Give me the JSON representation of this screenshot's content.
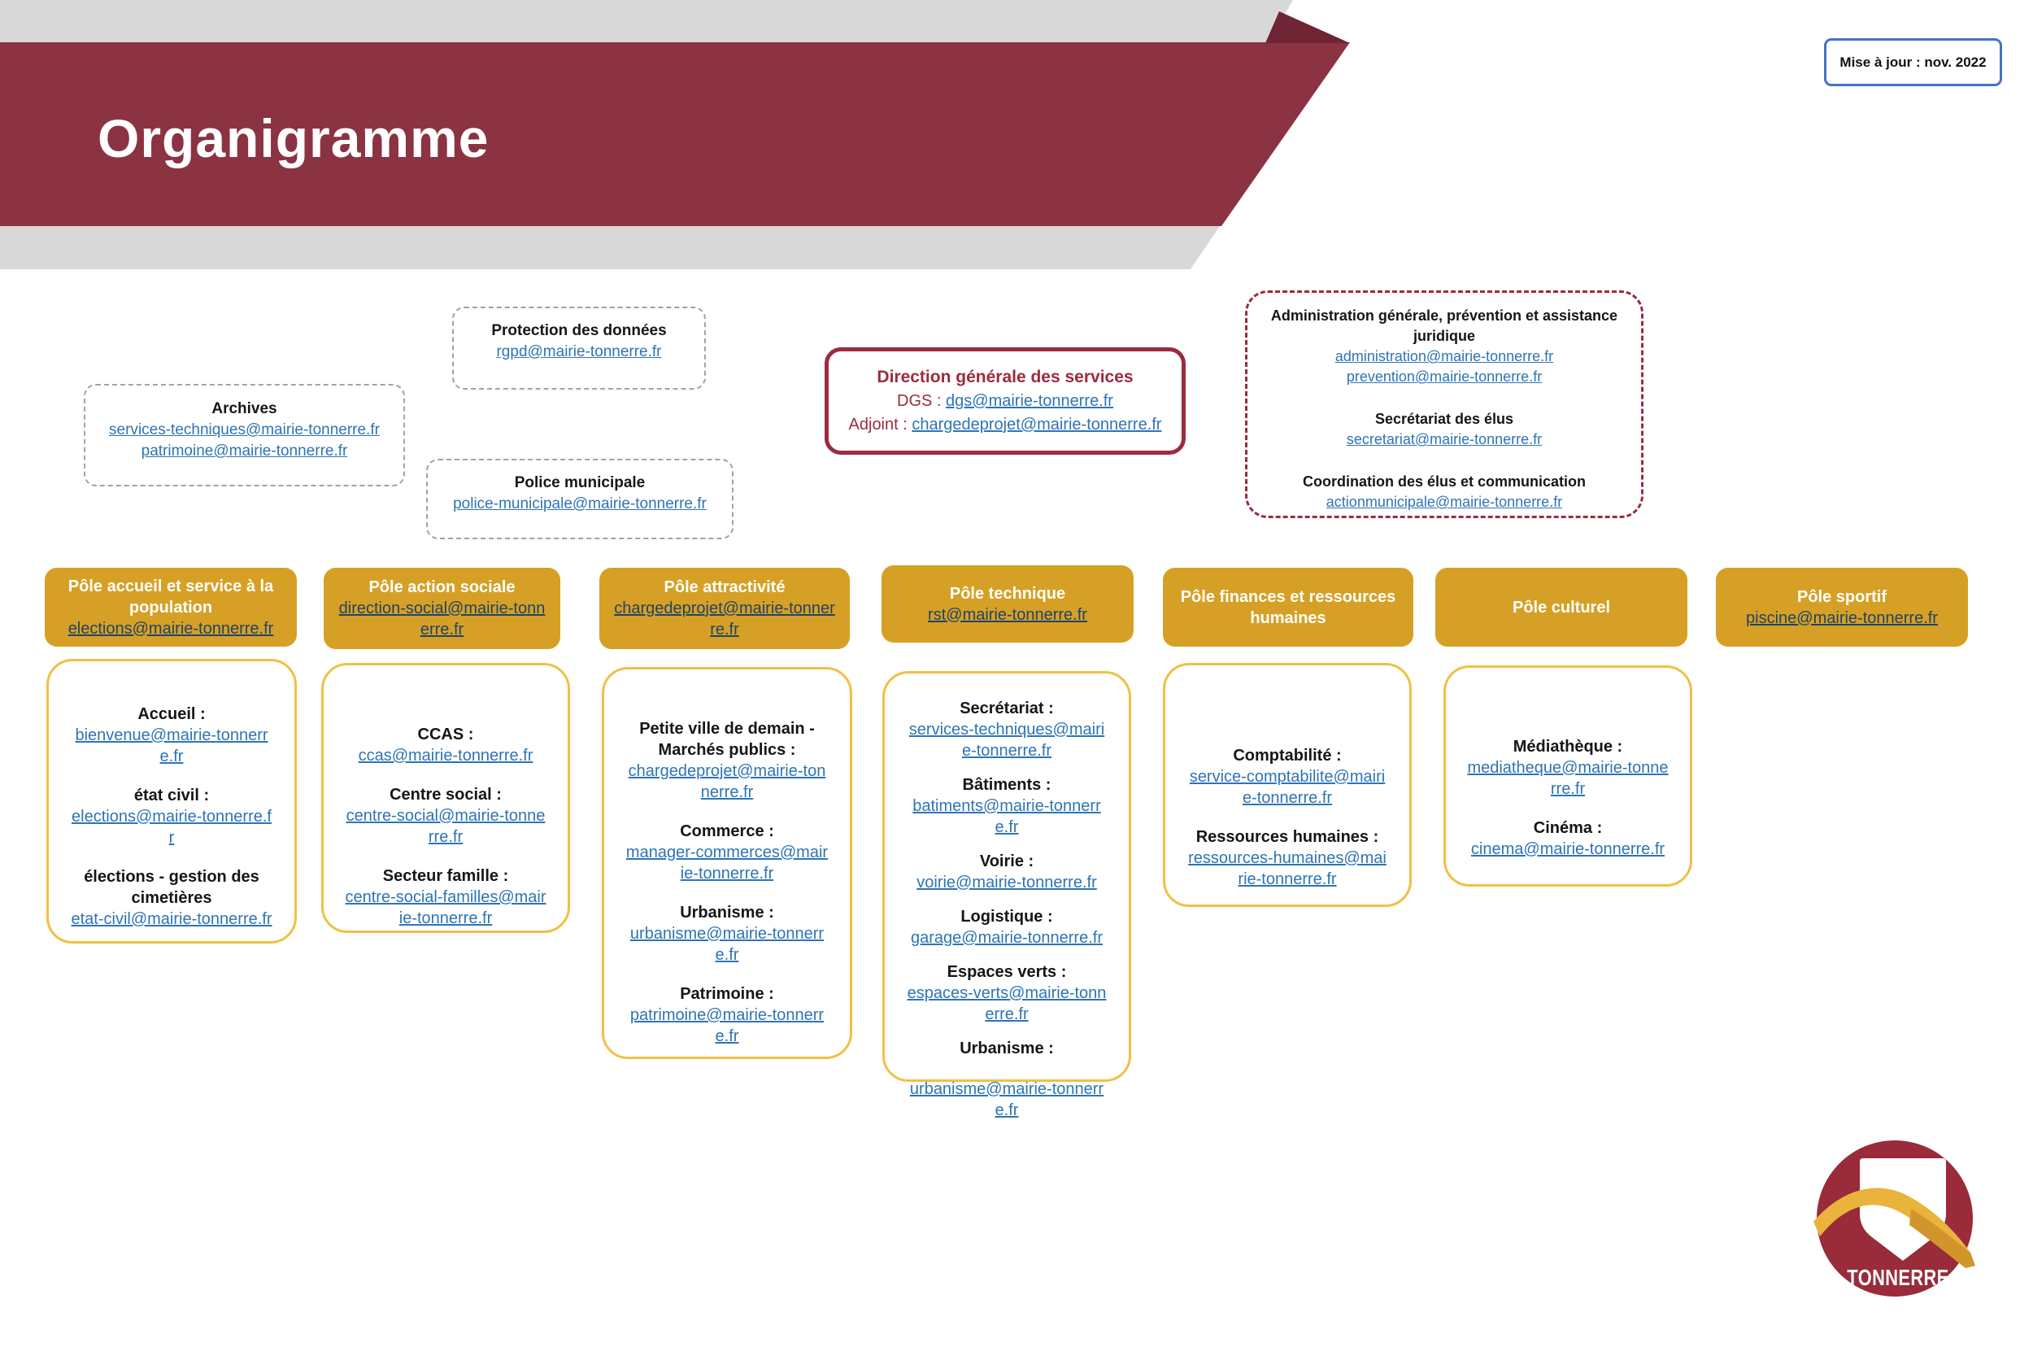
{
  "banner": {
    "title": "Organigramme",
    "updated_label": "Mise à jour : nov. 2022"
  },
  "colors": {
    "banner_red": "#8B3342",
    "banner_fold": "#6F2533",
    "band_gray": "#D8D8D8",
    "gold": "#D6A026",
    "gold_border": "#F1C044",
    "link_blue": "#2E74B5",
    "link_navy": "#1F4467",
    "maroon": "#9C2B3D",
    "update_border": "#4472C4",
    "dashed_gray": "#A3A3A3",
    "logo_red": "#992B3A",
    "logo_gold": "#E9B33C",
    "logo_gold_dark": "#D2952B"
  },
  "support_boxes": {
    "protection": {
      "title": "Protection des données",
      "emails": [
        "rgpd@mairie-tonnerre.fr"
      ]
    },
    "archives": {
      "title": "Archives",
      "emails": [
        "services-techniques@mairie-tonnerre.fr",
        "patrimoine@mairie-tonnerre.fr"
      ]
    },
    "police": {
      "title": "Police municipale",
      "emails": [
        "police-municipale@mairie-tonnerre.fr"
      ]
    }
  },
  "direction": {
    "title": "Direction générale des services",
    "lines": [
      {
        "prefix": "DGS : ",
        "email": "dgs@mairie-tonnerre.fr"
      },
      {
        "prefix": "Adjoint :  ",
        "email": "chargedeprojet@mairie-tonnerre.fr"
      }
    ]
  },
  "administration": {
    "sections": [
      {
        "title": "Administration générale, prévention et assistance juridique",
        "emails": [
          "administration@mairie-tonnerre.fr",
          "prevention@mairie-tonnerre.fr"
        ]
      },
      {
        "title": "Secrétariat des élus",
        "emails": [
          "secretariat@mairie-tonnerre.fr"
        ]
      },
      {
        "title": "Coordination des élus et communication",
        "emails": [
          "actionmunicipale@mairie-tonnerre.fr"
        ]
      }
    ]
  },
  "poles": [
    {
      "title": "Pôle accueil et service à la population",
      "email": "elections@mairie-tonnerre.fr",
      "services": [
        {
          "label": "Accueil :",
          "email": "bienvenue@mairie-tonnerre.fr"
        },
        {
          "label": "état civil :",
          "email": "elections@mairie-tonnerre.fr"
        },
        {
          "label": "élections - gestion des cimetières",
          "email": "etat-civil@mairie-tonnerre.fr"
        }
      ]
    },
    {
      "title": "Pôle action sociale",
      "email": "direction-social@mairie-tonnerre.fr",
      "services": [
        {
          "label": "CCAS :",
          "email": "ccas@mairie-tonnerre.fr"
        },
        {
          "label": "Centre social :",
          "email": "centre-social@mairie-tonnerre.fr"
        },
        {
          "label": "Secteur famille :",
          "email": "centre-social-familles@mairie-tonnerre.fr"
        }
      ]
    },
    {
      "title": "Pôle attractivité",
      "email": "chargedeprojet@mairie-tonnerre.fr",
      "services": [
        {
          "label": "Petite ville de demain - Marchés publics :",
          "email": "chargedeprojet@mairie-tonnerre.fr"
        },
        {
          "label": "Commerce :",
          "email": "manager-commerces@mairie-tonnerre.fr"
        },
        {
          "label": "Urbanisme  :",
          "email": "urbanisme@mairie-tonnerre.fr"
        },
        {
          "label": "Patrimoine :",
          "email": "patrimoine@mairie-tonnerre.fr"
        }
      ]
    },
    {
      "title": "Pôle technique",
      "email": "rst@mairie-tonnerre.fr",
      "services": [
        {
          "label": "Secrétariat :",
          "email": "services-techniques@mairie-tonnerre.fr"
        },
        {
          "label": "Bâtiments :",
          "email": "batiments@mairie-tonnerre.fr"
        },
        {
          "label": "Voirie :",
          "email": "voirie@mairie-tonnerre.fr"
        },
        {
          "label": "Logistique :",
          "email": "garage@mairie-tonnerre.fr"
        },
        {
          "label": "Espaces verts :",
          "email": "espaces-verts@mairie-tonnerre.fr"
        },
        {
          "label": "Urbanisme :",
          "email": "urbanisme@mairie-tonnerre.fr"
        }
      ]
    },
    {
      "title": "Pôle finances et ressources humaines",
      "services": [
        {
          "label": "Comptabilité :",
          "email": "service-comptabilite@mairie-tonnerre.fr"
        },
        {
          "label": "Ressources humaines :",
          "email": "ressources-humaines@mairie-tonnerre.fr"
        }
      ]
    },
    {
      "title": "Pôle culturel",
      "services": [
        {
          "label": "Médiathèque :",
          "email": "mediatheque@mairie-tonnerre.fr"
        },
        {
          "label": "Cinéma :",
          "email": "cinema@mairie-tonnerre.fr"
        }
      ]
    },
    {
      "title": "Pôle sportif",
      "email": "piscine@mairie-tonnerre.fr",
      "services": []
    }
  ],
  "logo": {
    "label": "TONNERRE"
  }
}
